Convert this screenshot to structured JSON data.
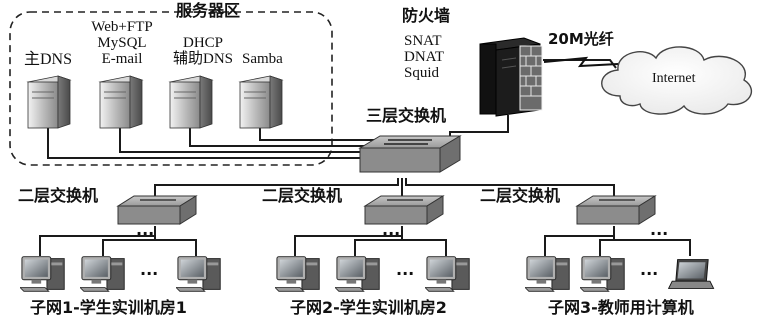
{
  "server_area": {
    "title": "服务器区",
    "servers": [
      {
        "lines": [
          "主DNS"
        ]
      },
      {
        "lines": [
          "Web+FTP",
          "MySQL",
          "E-mail"
        ]
      },
      {
        "lines": [
          "DHCP",
          "辅助DNS"
        ]
      },
      {
        "lines": [
          "Samba"
        ]
      }
    ]
  },
  "firewall": {
    "title": "防火墙",
    "functions": [
      "SNAT",
      "DNAT",
      "Squid"
    ]
  },
  "link": {
    "label": "20M光纤"
  },
  "internet": {
    "label": "Internet"
  },
  "core_switch": {
    "label": "三层交换机"
  },
  "access_switches": [
    {
      "label": "二层交换机"
    },
    {
      "label": "二层交换机"
    },
    {
      "label": "二层交换机"
    }
  ],
  "subnets": [
    {
      "label": "子网1-学生实训机房1",
      "ellipsis_top": "...",
      "ellipsis_bottom": "..."
    },
    {
      "label": "子网2-学生实训机房2",
      "ellipsis_top": "...",
      "ellipsis_bottom": "..."
    },
    {
      "label": "子网3-教师用计算机",
      "ellipsis_top": "...",
      "ellipsis_bottom": "..."
    }
  ]
}
